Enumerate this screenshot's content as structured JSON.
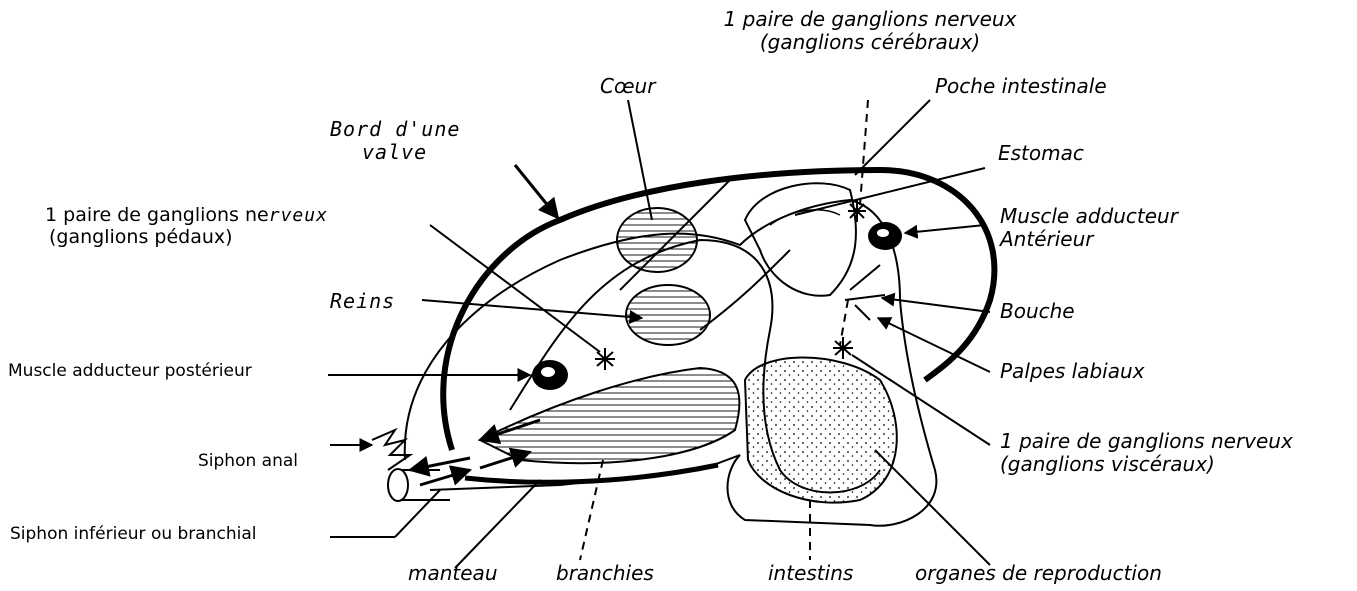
{
  "colors": {
    "ink": "#000000",
    "background": "#ffffff"
  },
  "labels": {
    "cerebral_line1": "1 paire de ganglions nerveux",
    "cerebral_line2": "(ganglions cérébraux)",
    "poche": "Poche intestinale",
    "coeur": "Cœur",
    "bord_line1": "Bord d'une",
    "bord_line2": "valve",
    "estomac": "Estomac",
    "pedal_line1": "1 paire de ganglions ne",
    "pedal_overlap": "rveux",
    "pedal_line2": "(ganglions pédaux)",
    "muscle_ant_line1": "Muscle adducteur",
    "muscle_ant_line2": "Antérieur",
    "reins": "Reins",
    "bouche": "Bouche",
    "muscle_post": "Muscle adducteur postérieur",
    "palpes": "Palpes labiaux",
    "siphon_anal": "Siphon anal",
    "visceral_line1": "1 paire de ganglions nerveux",
    "visceral_line2": "(ganglions viscéraux)",
    "siphon_inf": "Siphon inférieur ou branchial",
    "manteau": "manteau",
    "branchies": "branchies",
    "intestins": "intestins",
    "organes": "organes de reproduction"
  }
}
